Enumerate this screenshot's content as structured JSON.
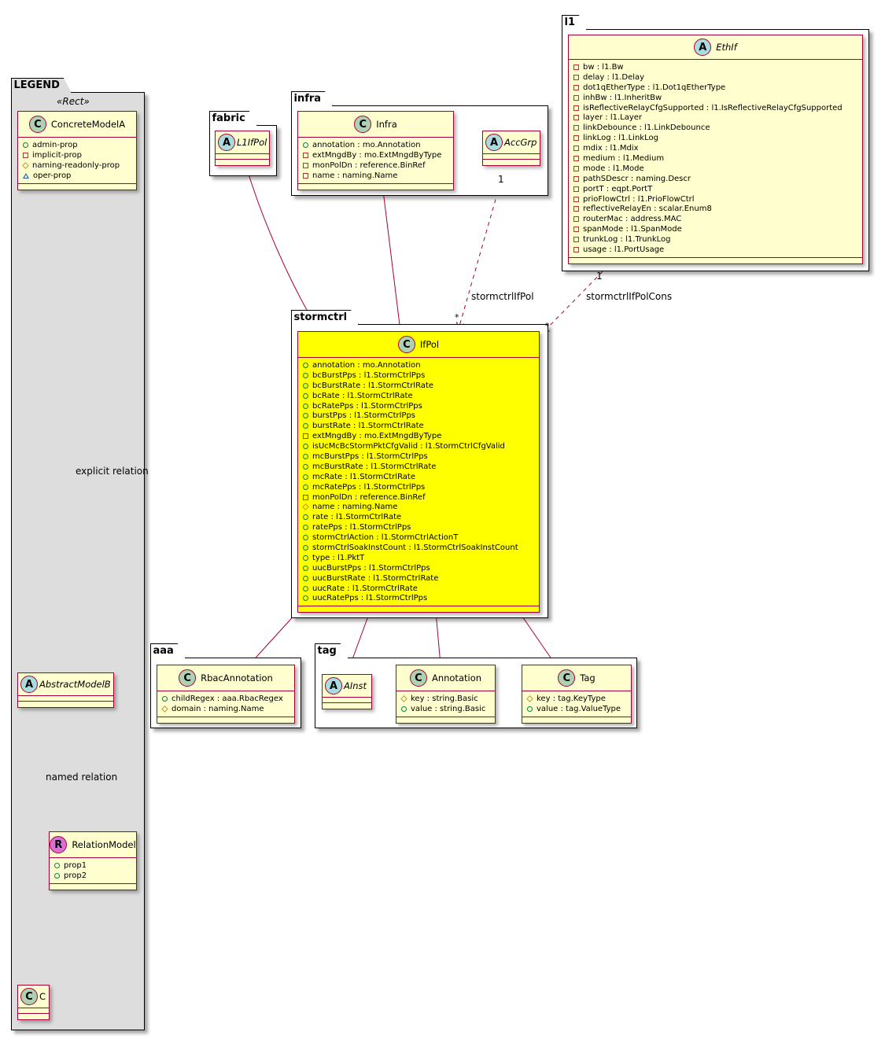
{
  "packages": {
    "legend": {
      "name": "LEGEND",
      "stereotype": "«Rect»"
    },
    "fabric": {
      "name": "fabric"
    },
    "infra": {
      "name": "infra"
    },
    "l1": {
      "name": "l1"
    },
    "stormctrl": {
      "name": "stormctrl"
    },
    "aaa": {
      "name": "aaa"
    },
    "tag": {
      "name": "tag"
    }
  },
  "classes": {
    "concreteModelA": {
      "kind": "C",
      "name": "ConcreteModelA",
      "attrs": [
        {
          "vis": "public",
          "text": "admin-prop"
        },
        {
          "vis": "private",
          "text": "implicit-prop"
        },
        {
          "vis": "protected",
          "text": "naming-readonly-prop"
        },
        {
          "vis": "package",
          "text": "oper-prop"
        }
      ]
    },
    "abstractModelB": {
      "kind": "A",
      "name": "AbstractModelB",
      "attrs": []
    },
    "relationModel": {
      "kind": "R",
      "name": "RelationModel",
      "attrs": [
        {
          "vis": "public",
          "text": "prop1"
        },
        {
          "vis": "public",
          "text": "prop2"
        }
      ]
    },
    "c": {
      "kind": "C",
      "name": "C",
      "attrs": []
    },
    "l1IfPol": {
      "kind": "A",
      "name": "L1IfPol",
      "attrs": []
    },
    "infra": {
      "kind": "C",
      "name": "Infra",
      "attrs": [
        {
          "vis": "public",
          "text": "annotation : mo.Annotation"
        },
        {
          "vis": "private",
          "text": "extMngdBy : mo.ExtMngdByType"
        },
        {
          "vis": "private",
          "text": "monPolDn : reference.BinRef"
        },
        {
          "vis": "private",
          "text": "name : naming.Name"
        }
      ]
    },
    "accGrp": {
      "kind": "A",
      "name": "AccGrp",
      "attrs": []
    },
    "ethIf": {
      "kind": "A",
      "name": "EthIf",
      "attrs": [
        {
          "vis": "private",
          "text": "bw : l1.Bw"
        },
        {
          "vis": "private",
          "text": "delay : l1.Delay"
        },
        {
          "vis": "private",
          "text": "dot1qEtherType : l1.Dot1qEtherType"
        },
        {
          "vis": "private",
          "text": "inhBw : l1.InheritBw"
        },
        {
          "vis": "private",
          "text": "isReflectiveRelayCfgSupported : l1.IsReflectiveRelayCfgSupported"
        },
        {
          "vis": "private",
          "text": "layer : l1.Layer"
        },
        {
          "vis": "private",
          "text": "linkDebounce : l1.LinkDebounce"
        },
        {
          "vis": "private",
          "text": "linkLog : l1.LinkLog"
        },
        {
          "vis": "private",
          "text": "mdix : l1.Mdix"
        },
        {
          "vis": "private",
          "text": "medium : l1.Medium"
        },
        {
          "vis": "private",
          "text": "mode : l1.Mode"
        },
        {
          "vis": "private",
          "text": "pathSDescr : naming.Descr"
        },
        {
          "vis": "private",
          "text": "portT : eqpt.PortT"
        },
        {
          "vis": "private",
          "text": "prioFlowCtrl : l1.PrioFlowCtrl"
        },
        {
          "vis": "private",
          "text": "reflectiveRelayEn : scalar.Enum8"
        },
        {
          "vis": "private",
          "text": "routerMac : address.MAC"
        },
        {
          "vis": "private",
          "text": "spanMode : l1.SpanMode"
        },
        {
          "vis": "private",
          "text": "trunkLog : l1.TrunkLog"
        },
        {
          "vis": "private",
          "text": "usage : l1.PortUsage"
        }
      ]
    },
    "ifPol": {
      "kind": "C",
      "name": "IfPol",
      "attrs": [
        {
          "vis": "public",
          "text": "annotation : mo.Annotation"
        },
        {
          "vis": "public",
          "text": "bcBurstPps : l1.StormCtrlPps"
        },
        {
          "vis": "public",
          "text": "bcBurstRate : l1.StormCtrlRate"
        },
        {
          "vis": "public",
          "text": "bcRate : l1.StormCtrlRate"
        },
        {
          "vis": "public",
          "text": "bcRatePps : l1.StormCtrlPps"
        },
        {
          "vis": "public",
          "text": "burstPps : l1.StormCtrlPps"
        },
        {
          "vis": "public",
          "text": "burstRate : l1.StormCtrlRate"
        },
        {
          "vis": "private",
          "text": "extMngdBy : mo.ExtMngdByType"
        },
        {
          "vis": "public",
          "text": "isUcMcBcStormPktCfgValid : l1.StormCtrlCfgValid"
        },
        {
          "vis": "public",
          "text": "mcBurstPps : l1.StormCtrlPps"
        },
        {
          "vis": "public",
          "text": "mcBurstRate : l1.StormCtrlRate"
        },
        {
          "vis": "public",
          "text": "mcRate : l1.StormCtrlRate"
        },
        {
          "vis": "public",
          "text": "mcRatePps : l1.StormCtrlPps"
        },
        {
          "vis": "private",
          "text": "monPolDn : reference.BinRef"
        },
        {
          "vis": "protected",
          "text": "name : naming.Name"
        },
        {
          "vis": "public",
          "text": "rate : l1.StormCtrlRate"
        },
        {
          "vis": "public",
          "text": "ratePps : l1.StormCtrlPps"
        },
        {
          "vis": "public",
          "text": "stormCtrlAction : l1.StormCtrlActionT"
        },
        {
          "vis": "public",
          "text": "stormCtrlSoakInstCount : l1.StormCtrlSoakInstCount"
        },
        {
          "vis": "public",
          "text": "type : l1.PktT"
        },
        {
          "vis": "public",
          "text": "uucBurstPps : l1.StormCtrlPps"
        },
        {
          "vis": "public",
          "text": "uucBurstRate : l1.StormCtrlRate"
        },
        {
          "vis": "public",
          "text": "uucRate : l1.StormCtrlRate"
        },
        {
          "vis": "public",
          "text": "uucRatePps : l1.StormCtrlPps"
        }
      ]
    },
    "rbacAnnotation": {
      "kind": "C",
      "name": "RbacAnnotation",
      "attrs": [
        {
          "vis": "public",
          "text": "childRegex : aaa.RbacRegex"
        },
        {
          "vis": "protected",
          "text": "domain : naming.Name"
        }
      ]
    },
    "aInst": {
      "kind": "A",
      "name": "AInst",
      "attrs": []
    },
    "annotation": {
      "kind": "C",
      "name": "Annotation",
      "attrs": [
        {
          "vis": "protected",
          "text": "key : string.Basic"
        },
        {
          "vis": "public",
          "text": "value : string.Basic"
        }
      ]
    },
    "tag": {
      "kind": "C",
      "name": "Tag",
      "attrs": [
        {
          "vis": "protected",
          "text": "key : tag.KeyType"
        },
        {
          "vis": "public",
          "text": "value : tag.ValueType"
        }
      ]
    }
  },
  "relations": {
    "explicit": "explicit relation",
    "named": "named relation",
    "stormctrlIfPol": "stormctrlIfPol",
    "stormctrlIfPolCons": "stormctrlIfPolCons",
    "mult_one": "1",
    "mult_many": "*"
  },
  "colors": {
    "class_bg": "#fefece",
    "highlight_bg": "#ffff00",
    "border": "#a80036",
    "legend_bg": "#dddddd"
  }
}
